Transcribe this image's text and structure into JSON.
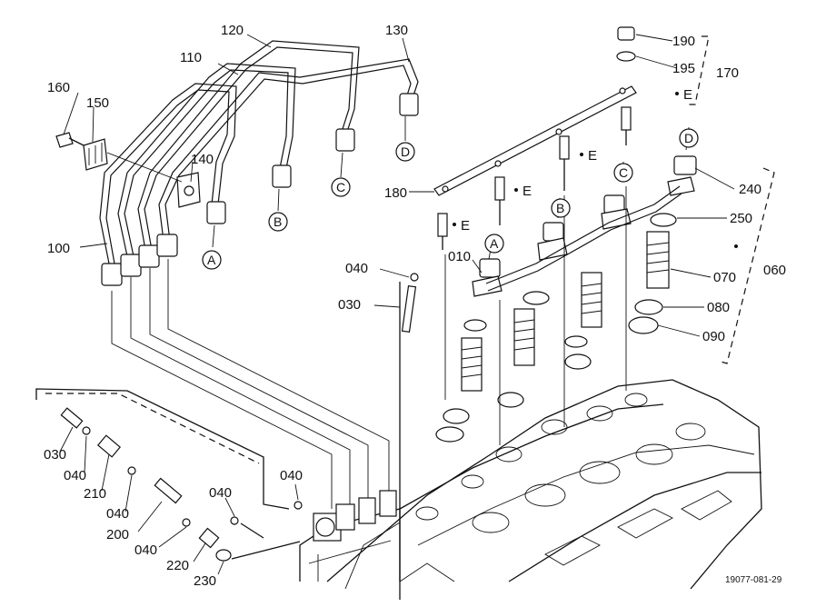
{
  "labels": {
    "p010": "010",
    "p030a": "030",
    "p030b": "030",
    "p040a": "040",
    "p040b": "040",
    "p040c": "040",
    "p040d": "040",
    "p040e": "040",
    "p060": "060",
    "p070": "070",
    "p080": "080",
    "p090": "090",
    "p100": "100",
    "p110": "110",
    "p120": "120",
    "p130": "130",
    "p140": "140",
    "p150": "150",
    "p160": "160",
    "p170": "170",
    "p180": "180",
    "p190": "190",
    "p195": "195",
    "p200": "200",
    "p210": "210",
    "p220": "220",
    "p230": "230",
    "p240": "240",
    "p250": "250"
  },
  "markers": {
    "A": "A",
    "B": "B",
    "C": "C",
    "D": "D",
    "E": "E"
  },
  "reference_code": "19077-081-29"
}
